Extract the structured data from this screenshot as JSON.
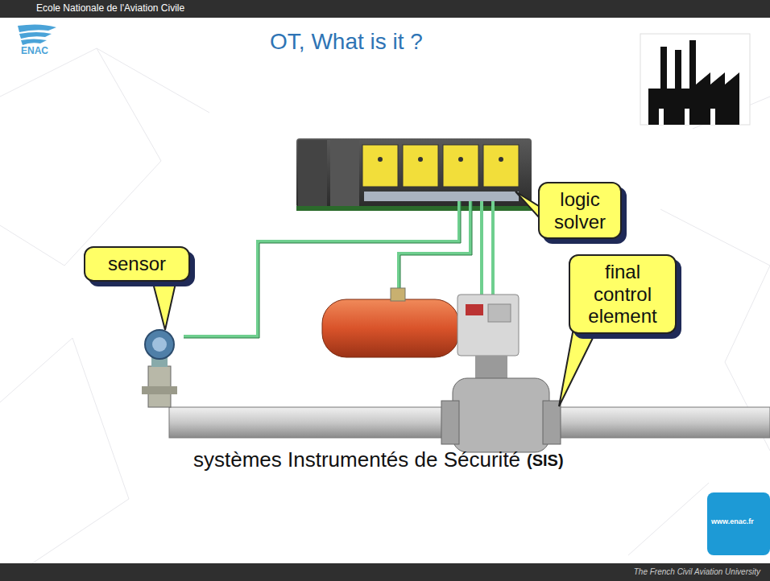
{
  "diagram": {
    "title": "OT, What is it ?",
    "caption": "systèmes Instrumentés de Sécurité",
    "nodes": [
      {
        "text": [
          "logic solver"
        ]
      },
      {
        "text": [
          "sensor"
        ]
      },
      {
        "text": [
          "final control element"
        ]
      }
    ],
    "labels": [
      "Ecole Nationale de l'Aviation Civile",
      "ENAC",
      "(SIS)",
      "www.enac.fr",
      "The French Civil Aviation University"
    ]
  }
}
